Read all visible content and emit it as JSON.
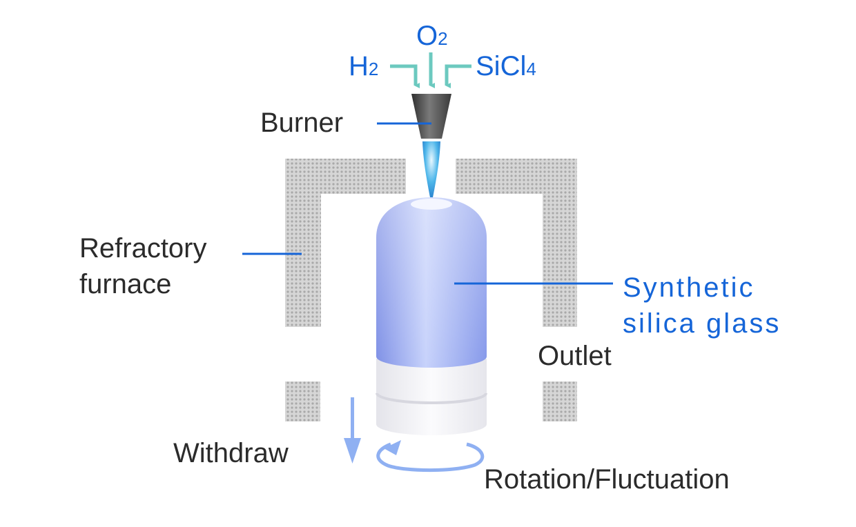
{
  "labels": {
    "o2_main": "O",
    "o2_sub": "2",
    "h2_main": "H",
    "h2_sub": "2",
    "sicl4_main": "SiCl",
    "sicl4_sub": "4",
    "burner": "Burner",
    "refractory_line1": "Refractory",
    "refractory_line2": "furnace",
    "synthetic_line1": "Synthetic",
    "synthetic_line2": "silica glass",
    "outlet": "Outlet",
    "withdraw": "Withdraw",
    "rotation": "Rotation/Fluctuation"
  },
  "colors": {
    "label_text": "#2b2b2b",
    "highlight_text": "#1565d8",
    "leader_line": "#1565d8",
    "gas_arrow": "#6cc9bf",
    "furnace": "#c4c4c4",
    "burner": "#4a4a4a",
    "flame": "#3aa6e0",
    "glass": "#8fa3ee",
    "motion_arrow": "#8fb0f2"
  }
}
